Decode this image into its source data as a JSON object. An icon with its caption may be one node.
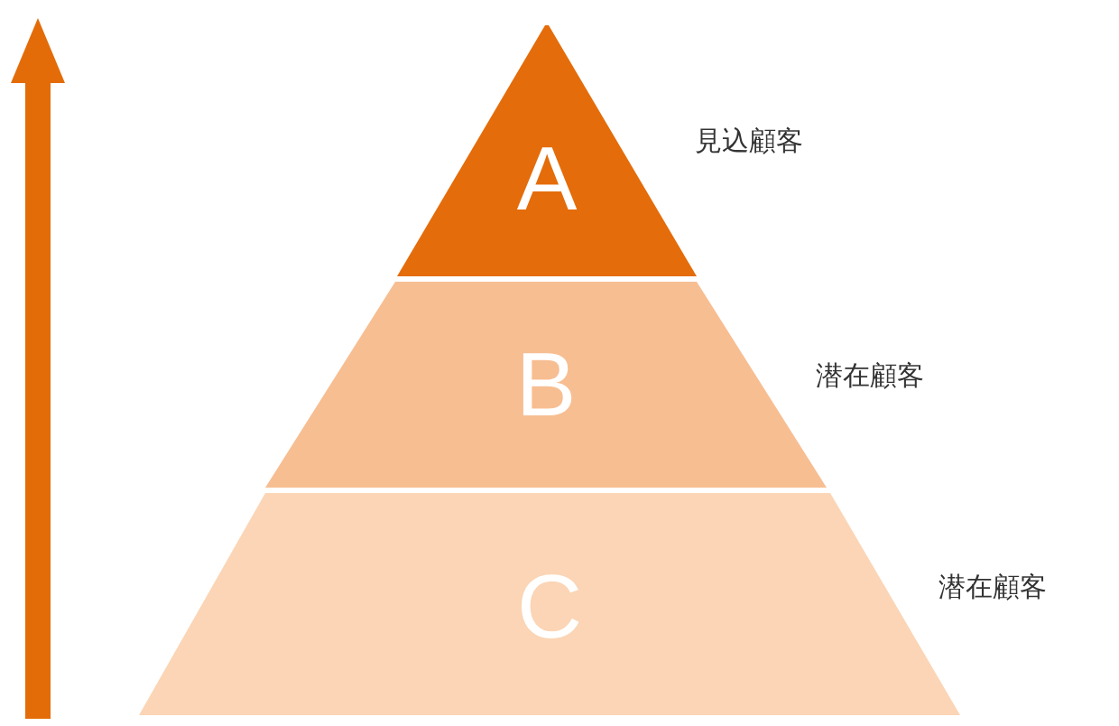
{
  "diagram": {
    "nodes": [
      {
        "text": [
          "A"
        ],
        "beside": [
          "見込顧客"
        ]
      },
      {
        "text": [
          "B"
        ],
        "beside": [
          "潜在顧客"
        ]
      },
      {
        "text": [
          "C"
        ],
        "beside": [
          "潜在顧客"
        ]
      }
    ]
  }
}
